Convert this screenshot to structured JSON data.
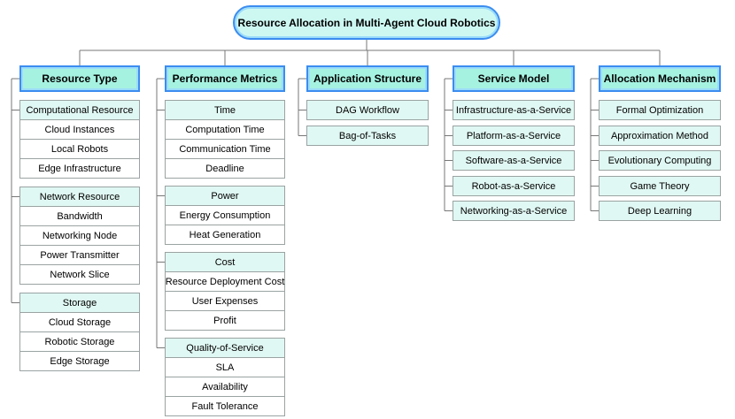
{
  "root": {
    "label": "Resource Allocation in Multi-Agent Cloud Robotics"
  },
  "columns": [
    {
      "title": "Resource Type",
      "groups": [
        {
          "header": "Computational Resource",
          "items": [
            "Cloud Instances",
            "Local Robots",
            "Edge Infrastructure"
          ]
        },
        {
          "header": "Network Resource",
          "items": [
            "Bandwidth",
            "Networking Node",
            "Power Transmitter",
            "Network Slice"
          ]
        },
        {
          "header": "Storage",
          "items": [
            "Cloud Storage",
            "Robotic Storage",
            "Edge Storage"
          ]
        }
      ]
    },
    {
      "title": "Performance Metrics",
      "groups": [
        {
          "header": "Time",
          "items": [
            "Computation Time",
            "Communication Time",
            "Deadline"
          ]
        },
        {
          "header": "Power",
          "items": [
            "Energy Consumption",
            "Heat Generation"
          ]
        },
        {
          "header": "Cost",
          "items": [
            "Resource Deployment Cost",
            "User Expenses",
            "Profit"
          ]
        },
        {
          "header": "Quality-of-Service",
          "items": [
            "SLA",
            "Availability",
            "Fault Tolerance"
          ]
        }
      ]
    },
    {
      "title": "Application Structure",
      "items": [
        "DAG Workflow",
        "Bag-of-Tasks"
      ]
    },
    {
      "title": "Service Model",
      "items": [
        "Infrastructure-as-a-Service",
        "Platform-as-a-Service",
        "Software-as-a-Service",
        "Robot-as-a-Service",
        "Networking-as-a-Service"
      ]
    },
    {
      "title": "Allocation Mechanism",
      "items": [
        "Formal Optimization",
        "Approximation Method",
        "Evolutionary Computing",
        "Game Theory",
        "Deep Learning"
      ]
    }
  ],
  "colors": {
    "root_fill": "#cdf8f2",
    "header_fill": "#a6f2e1",
    "header_border": "#3b8cf0",
    "header_border_inner": "#9bdcf9",
    "group_header_fill": "#e0f8f3",
    "item_fill": "#ffffff",
    "box_border": "#9aa3a2",
    "connector": "#777777"
  }
}
